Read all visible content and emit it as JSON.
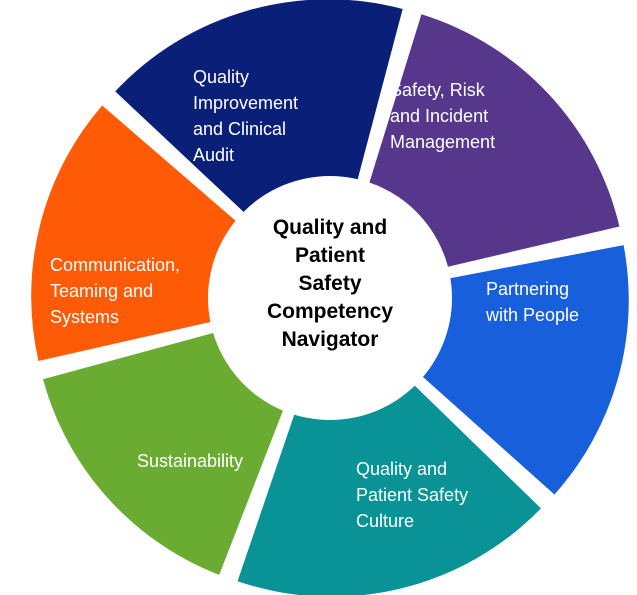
{
  "center": {
    "title_lines": [
      "Quality and",
      "Patient",
      "Safety",
      "Competency",
      "Navigator"
    ]
  },
  "segments": [
    {
      "id": "quality-improvement",
      "lines": [
        "Quality",
        "Improvement",
        "and Clinical",
        "Audit"
      ],
      "color": "#0A1F78"
    },
    {
      "id": "safety-risk",
      "lines": [
        "Safety, Risk",
        "and Incident",
        "Management"
      ],
      "color": "#57378C"
    },
    {
      "id": "partnering",
      "lines": [
        "Partnering",
        "with People"
      ],
      "color": "#185FDB"
    },
    {
      "id": "culture",
      "lines": [
        "Quality and",
        "Patient Safety",
        "Culture"
      ],
      "color": "#0A9396"
    },
    {
      "id": "sustainability",
      "lines": [
        "Sustainability"
      ],
      "color": "#6AAC32"
    },
    {
      "id": "communication",
      "lines": [
        "Communication,",
        "Teaming and",
        "Systems"
      ],
      "color": "#FF5A06"
    }
  ]
}
